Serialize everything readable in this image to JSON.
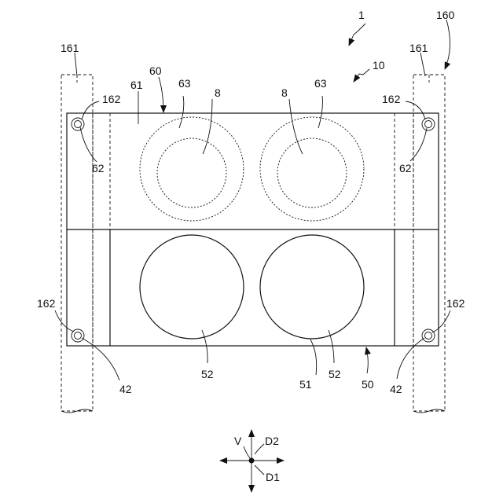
{
  "labels": {
    "device": "1",
    "unit": "10",
    "rail_assembly": "160",
    "rail_left": "161",
    "rail_right": "161",
    "upper_plate": "60",
    "upper_plate_surface": "61",
    "hole_upper_left": "62",
    "hole_upper_right": "62",
    "ring_outer_left": "63",
    "ring_outer_right": "63",
    "ring_inner_left": "8",
    "ring_inner_right": "8",
    "screw_upper_left": "162",
    "screw_upper_right": "162",
    "screw_lower_left": "162",
    "screw_lower_right": "162",
    "hole_lower_left": "42",
    "hole_lower_right": "42",
    "lower_plate": "50",
    "lower_plate_edge": "51",
    "opening_left": "52",
    "opening_right": "52"
  },
  "axes": {
    "vertical": "V",
    "d1": "D1",
    "d2": "D2"
  }
}
